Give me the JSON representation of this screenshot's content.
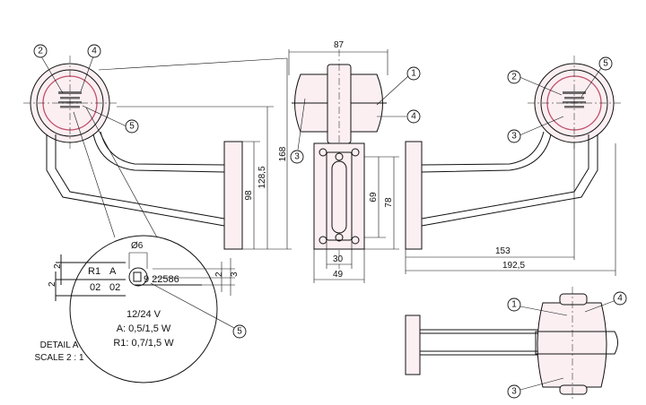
{
  "dimensions": {
    "width_87": "87",
    "height_168": "168",
    "height_128_5": "128,5",
    "height_98": "98",
    "height_69": "69",
    "height_78": "78",
    "width_30": "30",
    "width_49": "49",
    "length_153": "153",
    "length_192_5": "192,5",
    "dia_6": "Ø6"
  },
  "balloons": [
    "1",
    "2",
    "3",
    "4",
    "5"
  ],
  "detail": {
    "row1_a": "R1",
    "row1_b": "A",
    "row2_a": "02",
    "row2_b": "02",
    "serial": "9  22586",
    "dim_2": "2",
    "dim_3": "3",
    "voltage": "12/24 V",
    "power_a": "A: 0,5/1,5 W",
    "power_r1": "R1: 0,7/1,5 W",
    "title": "DETAIL A",
    "scale": "SCALE 2 : 1"
  },
  "colors": {
    "line": "#111111",
    "part_fill": "#fbeff2",
    "accent": "#c0506a"
  }
}
